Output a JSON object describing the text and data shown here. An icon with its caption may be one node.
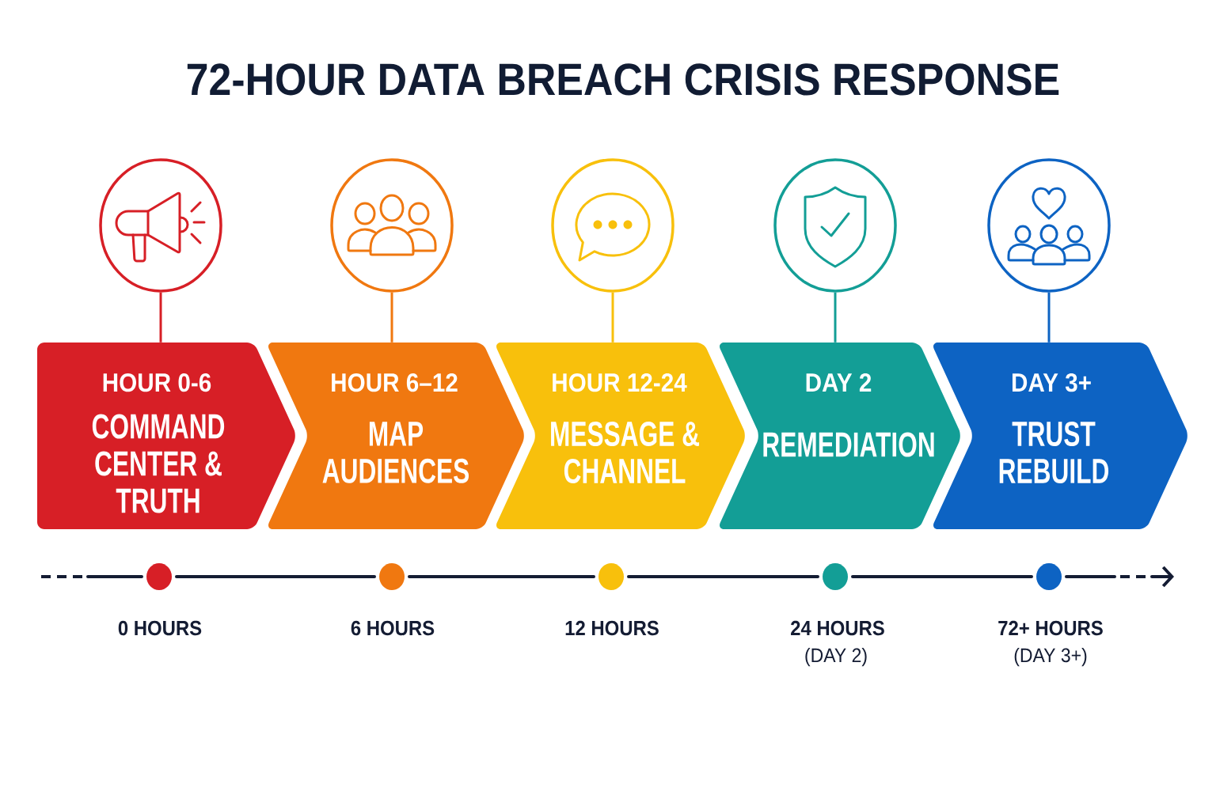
{
  "diagram": {
    "title": "72-HOUR DATA BREACH CRISIS RESPONSE",
    "nodes": [
      {
        "text": [],
        "shape": "circle"
      },
      {
        "text": [],
        "shape": "circle"
      },
      {
        "text": [],
        "shape": "circle"
      },
      {
        "text": [],
        "shape": "circle"
      },
      {
        "text": [],
        "shape": "circle"
      },
      {
        "text": [
          "HOUR 0-6",
          "COMMAND CENTER & TRUTH"
        ]
      },
      {
        "text": [
          "HOUR 6–12",
          "MAP AUDIENCES"
        ]
      },
      {
        "text": [
          "HOUR 12-24",
          "MESSAGE & CHANNEL"
        ]
      },
      {
        "text": [
          "DAY 2",
          "REMEDIATION"
        ]
      },
      {
        "text": [
          "DAY 3+",
          "TRUST REBUILD"
        ]
      }
    ],
    "edges": [
      {
        "from": 0,
        "to": 5,
        "arrow": "none",
        "color": "#d71f26"
      },
      {
        "from": 1,
        "to": 6,
        "arrow": "none",
        "color": "#f07810"
      },
      {
        "from": 2,
        "to": 7,
        "arrow": "none",
        "color": "#f8c00c"
      },
      {
        "from": 3,
        "to": 8,
        "arrow": "none",
        "color": "#139e96"
      },
      {
        "from": 4,
        "to": 9,
        "arrow": "none",
        "color": "#0d63c3"
      }
    ],
    "labels": [
      "0 HOURS",
      "6 HOURS",
      "12 HOURS",
      "24 HOURS",
      "(DAY 2)",
      "72+ HOURS",
      "(DAY 3+)"
    ]
  }
}
